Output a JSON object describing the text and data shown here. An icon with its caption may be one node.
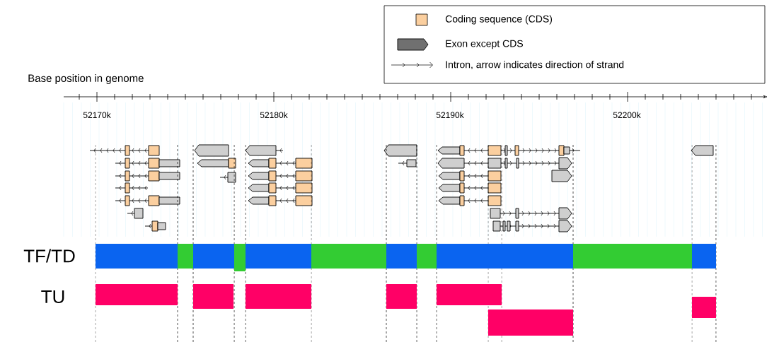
{
  "diagram": {
    "labels": [
      "Base position in genome",
      "52170k",
      "52180k",
      "52190k",
      "52200k",
      "TF/TD",
      "TU"
    ],
    "legend": [
      {
        "text": "Coding sequence (CDS)",
        "color": "#fbcf9f"
      },
      {
        "text": "Exon except CDS"
      },
      {
        "text": "Intron, arrow indicates direction of strand"
      }
    ]
  }
}
